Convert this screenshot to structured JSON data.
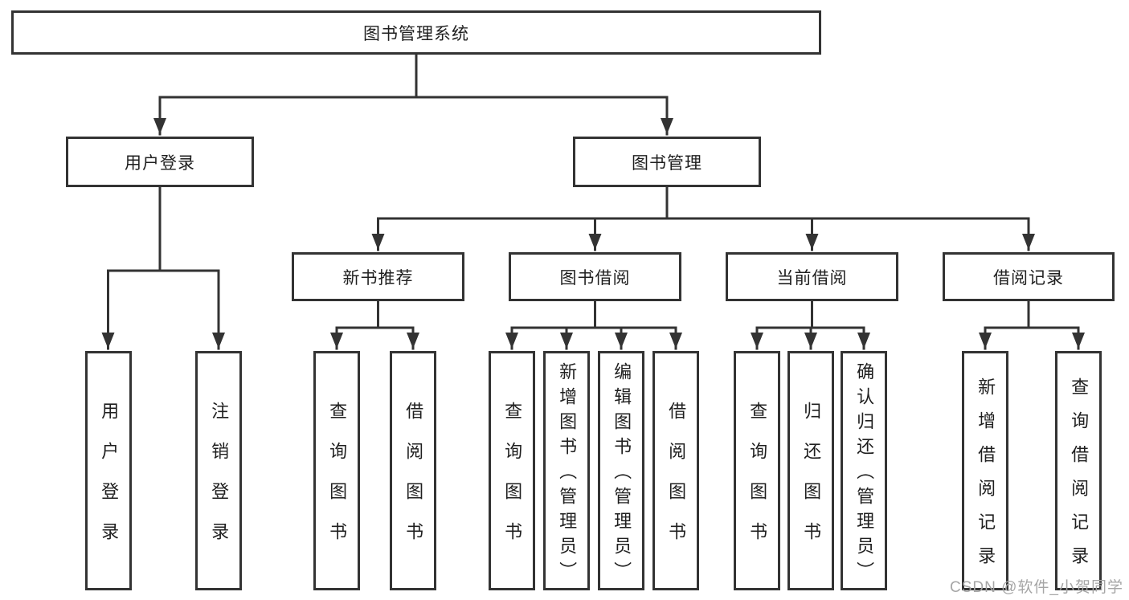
{
  "diagram": {
    "root": "图书管理系统",
    "level2": {
      "user_login": "用户登录",
      "book_management": "图书管理"
    },
    "level3": {
      "new_book_recommend": "新书推荐",
      "book_borrowing": "图书借阅",
      "current_borrowing": "当前借阅",
      "borrowing_records": "借阅记录"
    },
    "leaves": {
      "user_login_action": "用户登录",
      "logout_action": "注销登录",
      "recommend_query_books": "查询图书",
      "recommend_borrow_books": "借阅图书",
      "borrowing_query_books": "查询图书",
      "borrowing_add_books": "新增图书（管理员）",
      "borrowing_edit_books": "编辑图书（管理员）",
      "borrowing_borrow_books": "借阅图书",
      "current_query_books": "查询图书",
      "current_return_books": "归还图书",
      "current_confirm_return": "确认归还（管理员）",
      "records_add_record": "新增借阅记录",
      "records_query_record": "查询借阅记录"
    },
    "watermark": "CSDN @软件_小贺同学"
  },
  "colors": {
    "line": "#333333",
    "text": "#1f1f1f",
    "watermark": "#a6a6a6",
    "background": "#ffffff"
  }
}
